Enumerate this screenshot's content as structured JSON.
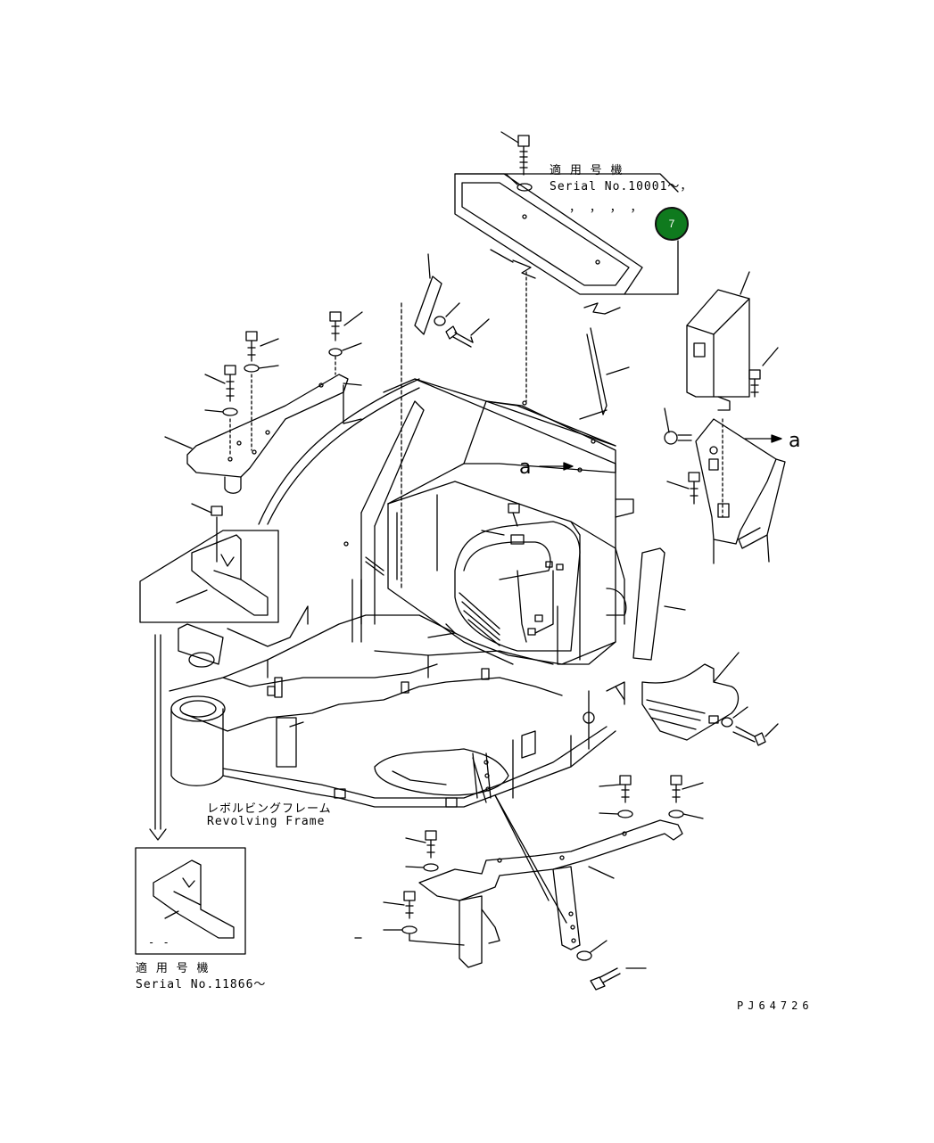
{
  "labels": {
    "applicable_top_jp": "適 用 号 機",
    "serial_top": "Serial No.10001～，",
    "commas": "，  ，  ，  ，",
    "revolving_jp": "レボルビングフレーム",
    "revolving_en": "Revolving Frame",
    "applicable_bottom_jp": "適 用 号 機",
    "serial_bottom": "Serial No.11866～",
    "arrow_a_center": "a",
    "arrow_a_right": "a",
    "drawing_id": "PJ64726",
    "inset_dash": "- -"
  },
  "callouts": [
    {
      "number": "7",
      "color": "#0f7a1e"
    }
  ]
}
